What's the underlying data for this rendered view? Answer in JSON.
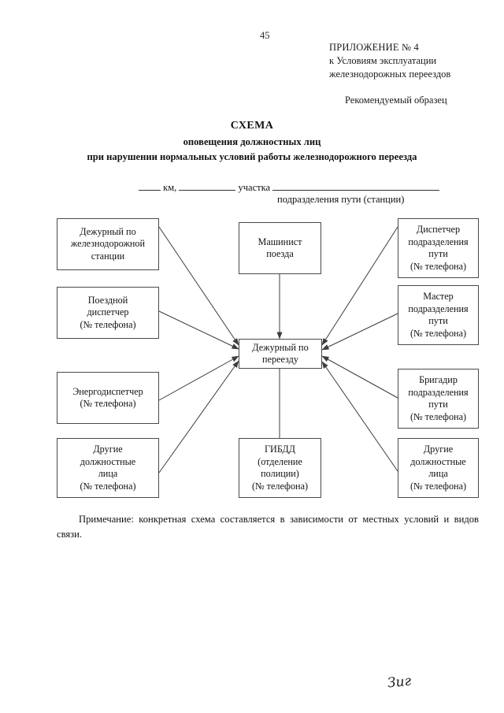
{
  "page": {
    "number": "45",
    "signature_mark": "Зиг"
  },
  "header": {
    "appendix_title": "ПРИЛОЖЕНИЕ № 4",
    "appendix_line2": "к Условиям эксплуатации",
    "appendix_line3": "железнодорожных переездов",
    "sample_note": "Рекомендуемый образец"
  },
  "title": {
    "main": "СХЕМА",
    "sub1": "оповещения должностных лиц",
    "sub2": "при нарушении нормальных условий работы железнодорожного переезда"
  },
  "fillin": {
    "km_label": "км,",
    "uchastka_label": "участка",
    "caption": "подразделения пути (станции)"
  },
  "diagram": {
    "hub": {
      "line1": "Дежурный по",
      "line2": "переезду"
    },
    "center_top": {
      "line1": "Машинист",
      "line2": "поезда"
    },
    "center_bottom": {
      "line1": "ГИБДД",
      "line2": "(отделение",
      "line3": "полиции)",
      "line4": "(№ телефона)"
    },
    "left": [
      {
        "line1": "Дежурный по",
        "line2": "железнодорожной",
        "line3": "станции",
        "line4": ""
      },
      {
        "line1": "Поездной",
        "line2": "диспетчер",
        "line3": "(№ телефона)",
        "line4": ""
      },
      {
        "line1": "Энергодиспетчер",
        "line2": "(№ телефона)",
        "line3": "",
        "line4": ""
      },
      {
        "line1": "Другие",
        "line2": "должностные",
        "line3": "лица",
        "line4": "(№ телефона)"
      }
    ],
    "right": [
      {
        "line1": "Диспетчер",
        "line2": "подразделения",
        "line3": "пути",
        "line4": "(№ телефона)"
      },
      {
        "line1": "Мастер",
        "line2": "подразделения",
        "line3": "пути",
        "line4": "(№ телефона)"
      },
      {
        "line1": "Бригадир",
        "line2": "подразделения",
        "line3": "пути",
        "line4": "(№ телефона)"
      },
      {
        "line1": "Другие",
        "line2": "должностные",
        "line3": "лица",
        "line4": "(№ телефона)"
      }
    ]
  },
  "footer": {
    "note": "Примечание: конкретная схема составляется в зависимости от местных условий и видов связи."
  },
  "colors": {
    "ink": "#141414",
    "line": "#4a4a4a",
    "paper": "#ffffff"
  }
}
